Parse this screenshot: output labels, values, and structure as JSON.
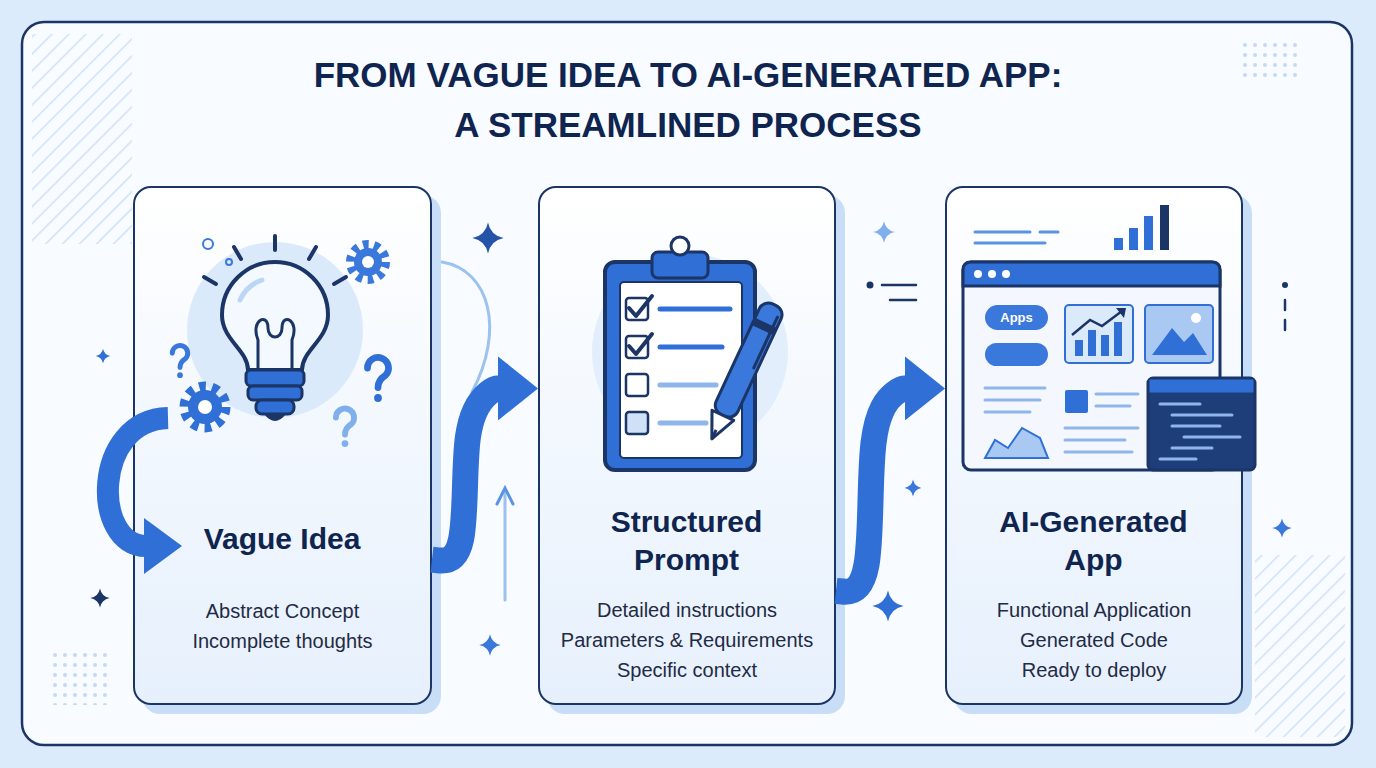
{
  "diagram": {
    "title": "FROM VAGUE IDEA TO AI-GENERATED APP: A STREAMLINED PROCESS",
    "nodes": [
      {
        "text": [
          "Vague Idea",
          "Abstract Concept",
          "Incomplete thoughts"
        ]
      },
      {
        "text": [
          "Structured Prompt",
          "Detailed instructions",
          "Parameters & Requirements",
          "Specific context"
        ]
      },
      {
        "text": [
          "AI-Generated App",
          "Functional Application",
          "Generated Code",
          "Ready to deploy"
        ]
      }
    ],
    "edges": [
      {
        "from": 0,
        "to": 1,
        "arrow": "to"
      },
      {
        "from": 1,
        "to": 2,
        "arrow": "to"
      }
    ],
    "labels": [
      "Apps"
    ]
  }
}
